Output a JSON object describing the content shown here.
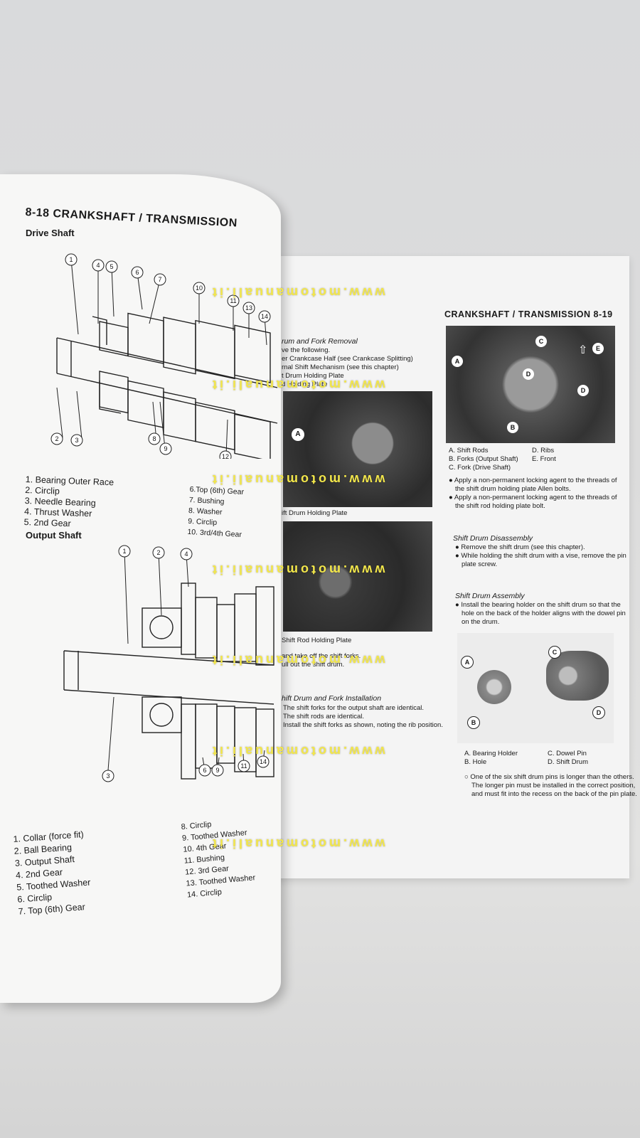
{
  "left_page": {
    "header": "8-18 CRANKSHAFT / TRANSMISSION",
    "drive_shaft": {
      "title": "Drive Shaft",
      "callouts": [
        "1",
        "4",
        "5",
        "6",
        "7",
        "10",
        "11",
        "13",
        "14",
        "2",
        "3",
        "8",
        "9",
        "12"
      ],
      "legend_col1": [
        "1. Bearing Outer Race",
        "2. Circlip",
        "3. Needle Bearing",
        "4. Thrust Washer",
        "5. 2nd Gear"
      ],
      "legend_col2": [
        "6.Top (6th) Gear",
        "7. Bushing",
        "8. Washer",
        "9. Circlip",
        "10. 3rd/4th Gear"
      ]
    },
    "output_shaft": {
      "title": "Output Shaft",
      "callouts": [
        "1",
        "2",
        "4",
        "3",
        "6",
        "9",
        "11",
        "14"
      ],
      "legend_col1": [
        "1. Collar (force fit)",
        "2. Ball Bearing",
        "3. Output Shaft",
        "4. 2nd Gear",
        "5. Toothed Washer",
        "6. Circlip",
        "7. Top (6th) Gear"
      ],
      "legend_col2": [
        "8. Circlip",
        "9. Toothed Washer",
        "10. 4th Gear",
        "11. Bushing",
        "12. 3rd Gear",
        "13. Toothed Washer",
        "14. Circlip"
      ]
    }
  },
  "right_page": {
    "header": "CRANKSHAFT / TRANSMISSION 8-19",
    "removal": {
      "title": "rum and Fork Removal",
      "lines": [
        "ve the following.",
        "er Crankcase Half (see Crankcase Splitting)",
        "rnal Shift Mechanism (see this chapter)",
        "t Drum Holding Plate",
        "d Holding Plate"
      ]
    },
    "photo1_caption": "ift Drum Holding Plate",
    "photo2_caption": "Shift Rod Holding Plate",
    "after_photo2": [
      "and take off the shift forks.",
      "ull out the shift drum."
    ],
    "installation": {
      "title": "hift Drum and Fork Installation",
      "lines": [
        "The shift forks for the output shaft are identical.",
        "The shift rods are identical.",
        "Install the shift forks as shown, noting the rib position."
      ]
    },
    "top_photo_legend": {
      "col1": [
        "A. Shift Rods",
        "B. Forks (Output Shaft)",
        "C. Fork (Drive Shaft)"
      ],
      "col2": [
        "D. Ribs",
        "E. Front"
      ]
    },
    "bullets_top": [
      "Apply a non-permanent locking agent to the threads of",
      "the shift drum holding plate Allen bolts.",
      "Apply a non-permanent locking agent to the threads of",
      "the shift rod holding plate bolt."
    ],
    "disassembly": {
      "title": "Shift Drum Disassembly",
      "lines": [
        "Remove the shift drum (see this chapter).",
        "While holding the shift drum with a vise, remove the pin",
        "plate screw."
      ]
    },
    "assembly": {
      "title": "Shift Drum Assembly",
      "lines": [
        "Install the bearing holder on the shift drum so that the",
        "hole on the back of the holder aligns with the dowel pin",
        "on the drum."
      ]
    },
    "drum_legend": {
      "col1": [
        "A. Bearing Holder",
        "B. Hole"
      ],
      "col2": [
        "C. Dowel Pin",
        "D. Shift Drum"
      ]
    },
    "note": [
      "One of the six shift drum pins is longer than the others.",
      "The longer pin must be installed in the correct position,",
      "and must fit into the recess on the back of the pin plate."
    ],
    "photo_labels": {
      "a": "A",
      "b": "B",
      "c": "C",
      "d": "D",
      "e": "E"
    }
  },
  "watermark": "www.motomanuali.it"
}
